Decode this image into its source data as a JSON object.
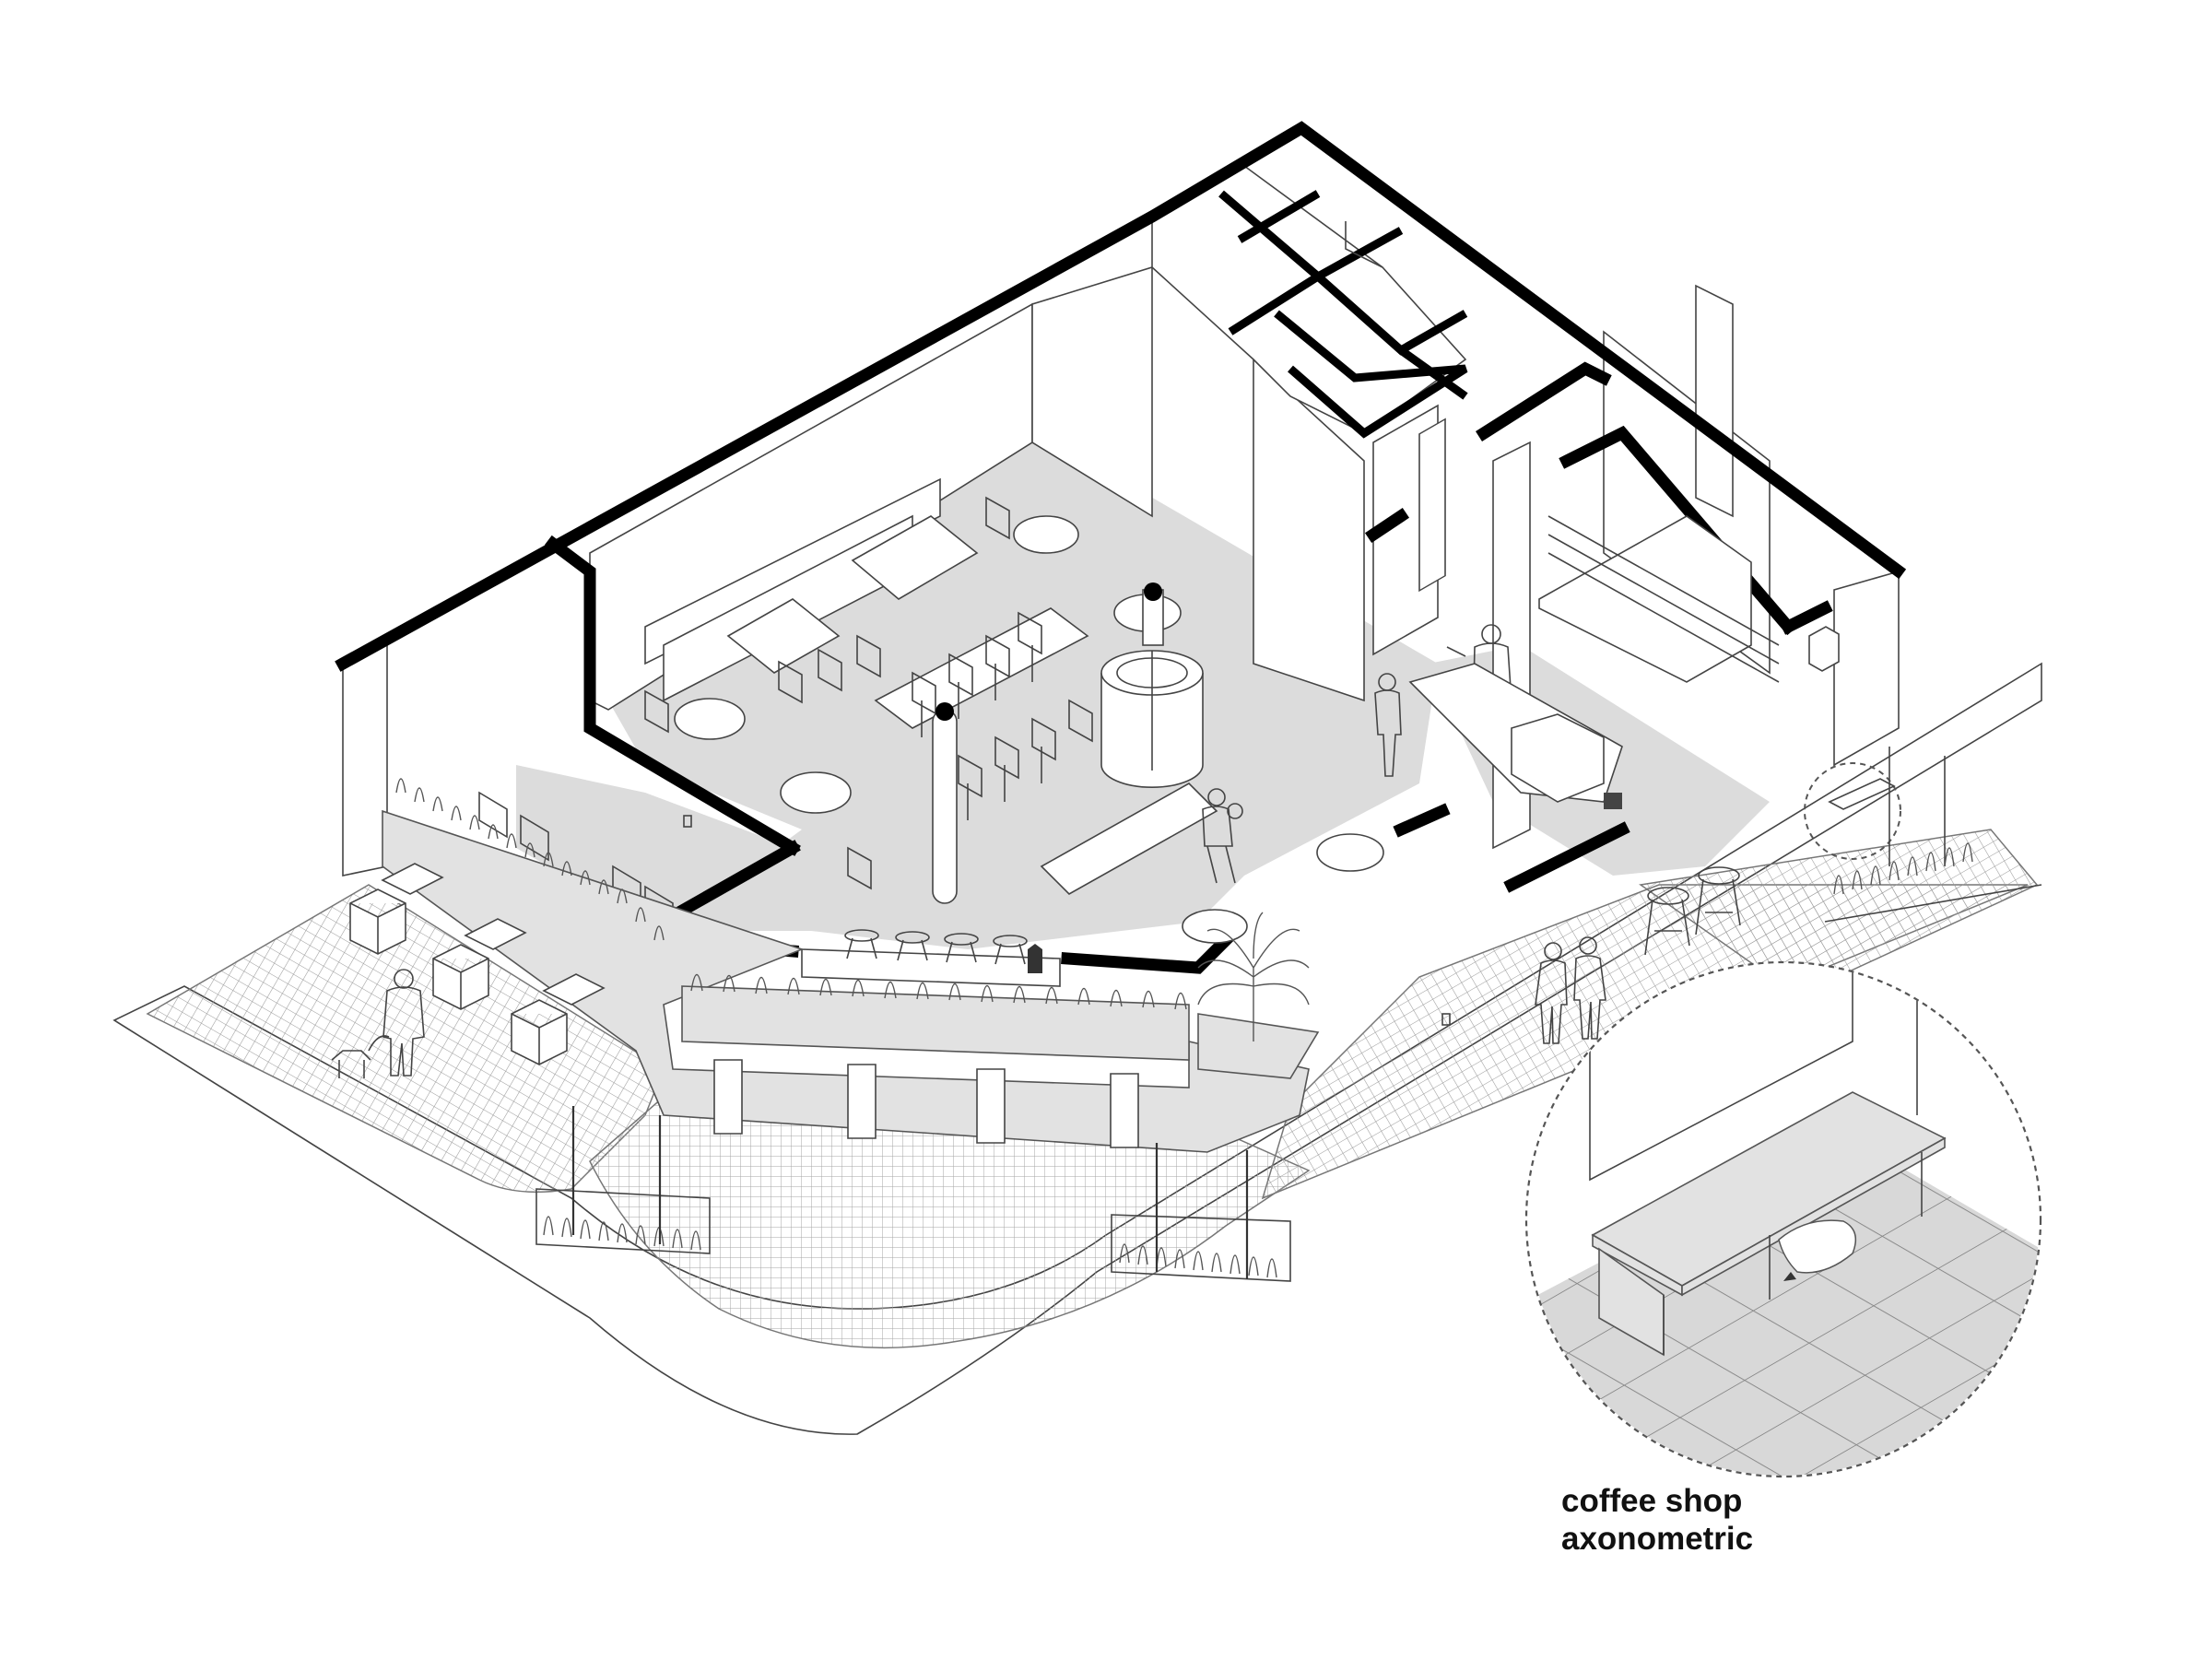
{
  "caption": {
    "line1": "coffee shop",
    "line2": "axonometric"
  },
  "drawing": {
    "type": "architectural axonometric",
    "subject": "coffee shop on a street corner",
    "colors": {
      "background": "#ffffff",
      "cut_walls": "#000000",
      "interior_floor": "#dcdcdc",
      "linework": "#444444",
      "sidewalk_hatch": "#9a9a9a"
    },
    "elements": [
      {
        "name": "exterior-cut-walls",
        "description": "thick black poché outline of building perimeter"
      },
      {
        "name": "restrooms-block",
        "description": "grid of small rooms at top rear corner"
      },
      {
        "name": "dining-area",
        "description": "gray floor with tables, chairs, benches and round tables"
      },
      {
        "name": "cylindrical-display",
        "description": "round glass cylinder near center of dining room"
      },
      {
        "name": "columns",
        "description": "two round columns with black caps"
      },
      {
        "name": "coffee-bar",
        "description": "counter with barista and espresso machine at right"
      },
      {
        "name": "shelving-wall",
        "description": "long shelves along right interior wall"
      },
      {
        "name": "window-bar",
        "description": "bar counter with four stools behind front glazing"
      },
      {
        "name": "front-planter",
        "description": "long planter with grasses wrapping the corner facade"
      },
      {
        "name": "street-benches",
        "description": "cube seats and step benches along the sidewalk"
      },
      {
        "name": "sidewalk",
        "description": "hatched paving with curved street corner"
      },
      {
        "name": "street-planters",
        "description": "two rectangular planters with poles"
      },
      {
        "name": "pedestrians",
        "description": "man walking a dog, two women walking, seated couple"
      },
      {
        "name": "outdoor-stools",
        "description": "two tall stools outside right facade"
      },
      {
        "name": "detail-callout",
        "description": "dashed circle enlarging bench with sleeping pet beneath on tiled floor"
      }
    ]
  }
}
